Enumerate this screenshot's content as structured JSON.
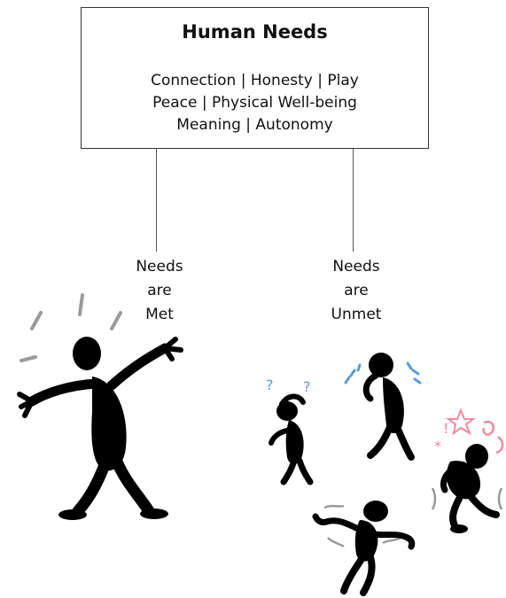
{
  "box": {
    "title": "Human Needs",
    "lines": [
      "Connection | Honesty  | Play",
      "Peace | Physical Well-being",
      "Meaning | Autonomy"
    ]
  },
  "branches": [
    {
      "lines": [
        "Needs",
        "are",
        "Met"
      ]
    },
    {
      "lines": [
        "Needs",
        "are",
        "Unmet"
      ]
    }
  ],
  "colors": {
    "figure": "#000000",
    "accent_blue": "#5b9bd5",
    "accent_pink": "#f08a9a",
    "accent_grey": "#9a9a9a"
  }
}
